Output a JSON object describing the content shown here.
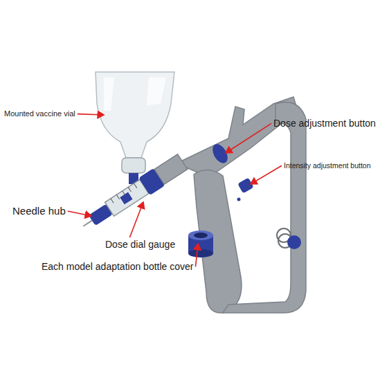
{
  "diagram": {
    "labels": [
      "Mounted vaccine vial",
      "Dose adjustment button",
      "Intensity adjustment button",
      "Needle hub",
      "Dose dial gauge",
      "Each model adaptation bottle cover"
    ]
  }
}
